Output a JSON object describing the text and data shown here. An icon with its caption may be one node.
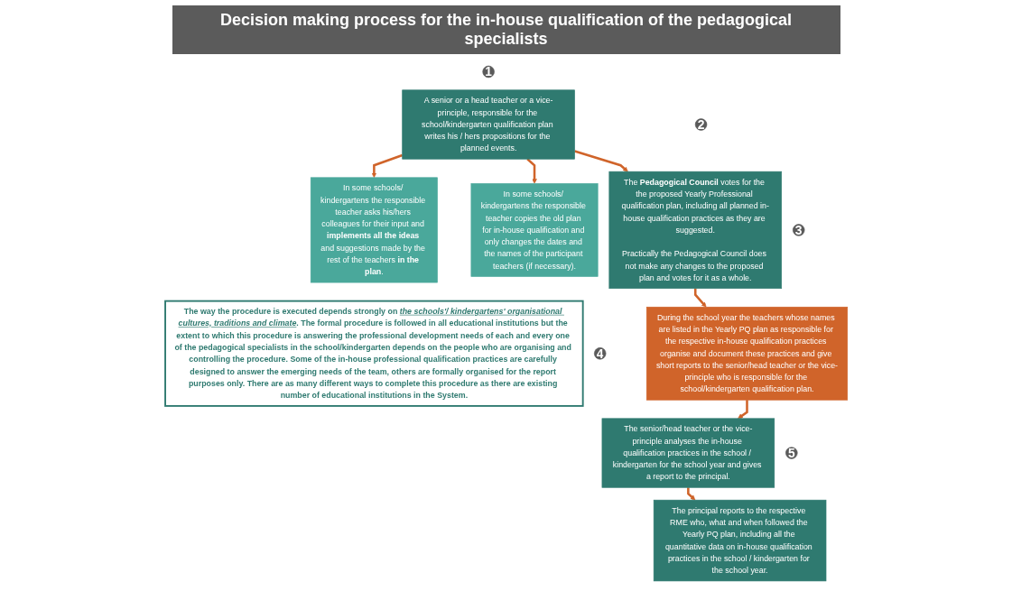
{
  "diagram": {
    "title": "Decision making process for the in-house qualification of the pedagogical specialists",
    "nodes": [
      {
        "text": [
          "1"
        ]
      },
      {
        "text": [
          "A senior or a head teacher or a vice-principle, responsible for the school/kindergarten qualification plan writes his / hers propositions for the planned events."
        ]
      },
      {
        "text": [
          "In some schools/ kindergartens the responsible teacher asks his/hers colleagues for their input and **implements all the ideas** and suggestions made by the rest of the teachers **in the plan**."
        ]
      },
      {
        "text": [
          "In some schools/ kindergartens the responsible teacher copies the old plan for in-house qualification and only changes the dates and the names of the participant teachers (if necessary)."
        ]
      },
      {
        "text": [
          "2"
        ]
      },
      {
        "text": [
          "The **Pedagogical Council** votes for the the proposed Yearly Professional qualification plan, including all planned in-house qualification practices as they are suggested.",
          "Practically the Pedagogical Council does not make any changes to the proposed plan and votes for it as a whole."
        ]
      },
      {
        "text": [
          "3"
        ]
      },
      {
        "text": [
          "During the school year the teachers whose names are listed in the Yearly PQ plan as responsible for the respective in-house qualification practices organise and document these practices and give short reports to the senior/head teacher or the vice-principle who is responsible for the school/kindergarten qualification plan."
        ]
      },
      {
        "text": [
          "4"
        ]
      },
      {
        "text": [
          "The senior/head teacher or the vice-principle analyses the in-house qualification practices in the school / kindergarten for the school year and gives a report to the principal."
        ]
      },
      {
        "text": [
          "5"
        ]
      },
      {
        "text": [
          "The principal reports to the respective RME who, what and when followed the Yearly PQ plan, including all the quantitative data on in-house qualification practices in the school / kindergarten for the school year."
        ]
      },
      {
        "text": [
          "The way the procedure is executed depends strongly on *the schools'/ kindergartens' organisational cultures, traditions and climate*. The formal procedure is followed in all educational institutions but the extent to which this procedure is answering the professional development needs of each and every one of the pedagogical specialists in the school/kindergarten depends on the people who are organising and controlling the procedure. Some of the in-house professional qualification practices are carefully designed to answer the emerging needs of the team, others are formally organised for the report purposes only. There are as many different ways to complete this procedure as there are existing number of educational institutions in the System."
        ]
      }
    ],
    "edges": [
      {
        "from": 1,
        "to": 2,
        "arrow": "to"
      },
      {
        "from": 1,
        "to": 3,
        "arrow": "to"
      },
      {
        "from": 1,
        "to": 5,
        "arrow": "to"
      },
      {
        "from": 5,
        "to": 7,
        "arrow": "to"
      },
      {
        "from": 7,
        "to": 9,
        "arrow": "to"
      },
      {
        "from": 9,
        "to": 11,
        "arrow": "to"
      }
    ]
  }
}
